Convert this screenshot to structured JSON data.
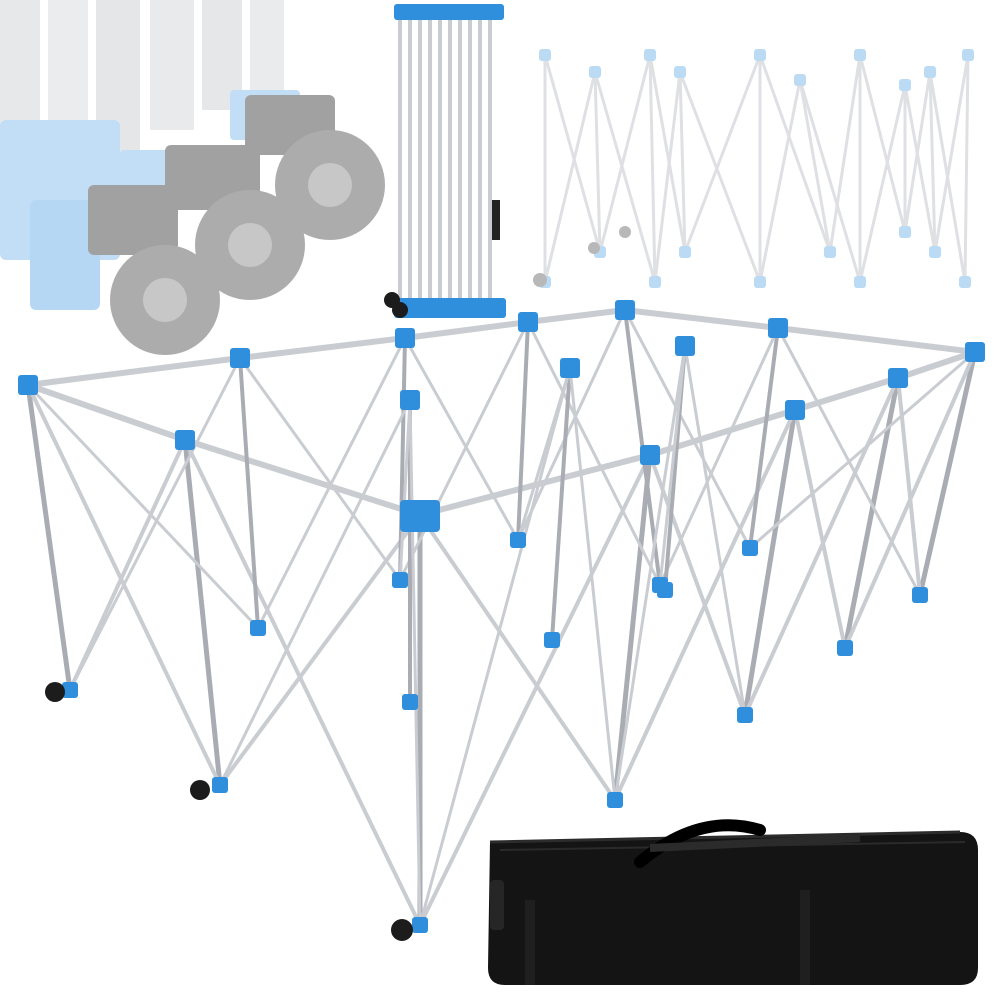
{
  "image": {
    "subject": "collapsible-stage-riser-frame",
    "palette": {
      "accent": "#2f8fdc",
      "accent_dark": "#1f6fb4",
      "accent_faded": "#8fc4ef",
      "tube": "#c9ccd1",
      "tube_dark": "#a9adb3",
      "wheel": "#1c1c1c",
      "wheel_faded": "#8a8a8a",
      "bag": "#141414",
      "background": "#ffffff"
    },
    "panels": [
      {
        "id": "caster-detail",
        "icon": "caster-wheel-icon"
      },
      {
        "id": "folded-frame",
        "icon": "folded-frame-icon"
      },
      {
        "id": "expanding-frame",
        "icon": "accordion-frame-icon"
      },
      {
        "id": "assembled-frame",
        "icon": "stage-frame-icon"
      },
      {
        "id": "carry-bag",
        "icon": "carry-bag-icon"
      }
    ]
  }
}
